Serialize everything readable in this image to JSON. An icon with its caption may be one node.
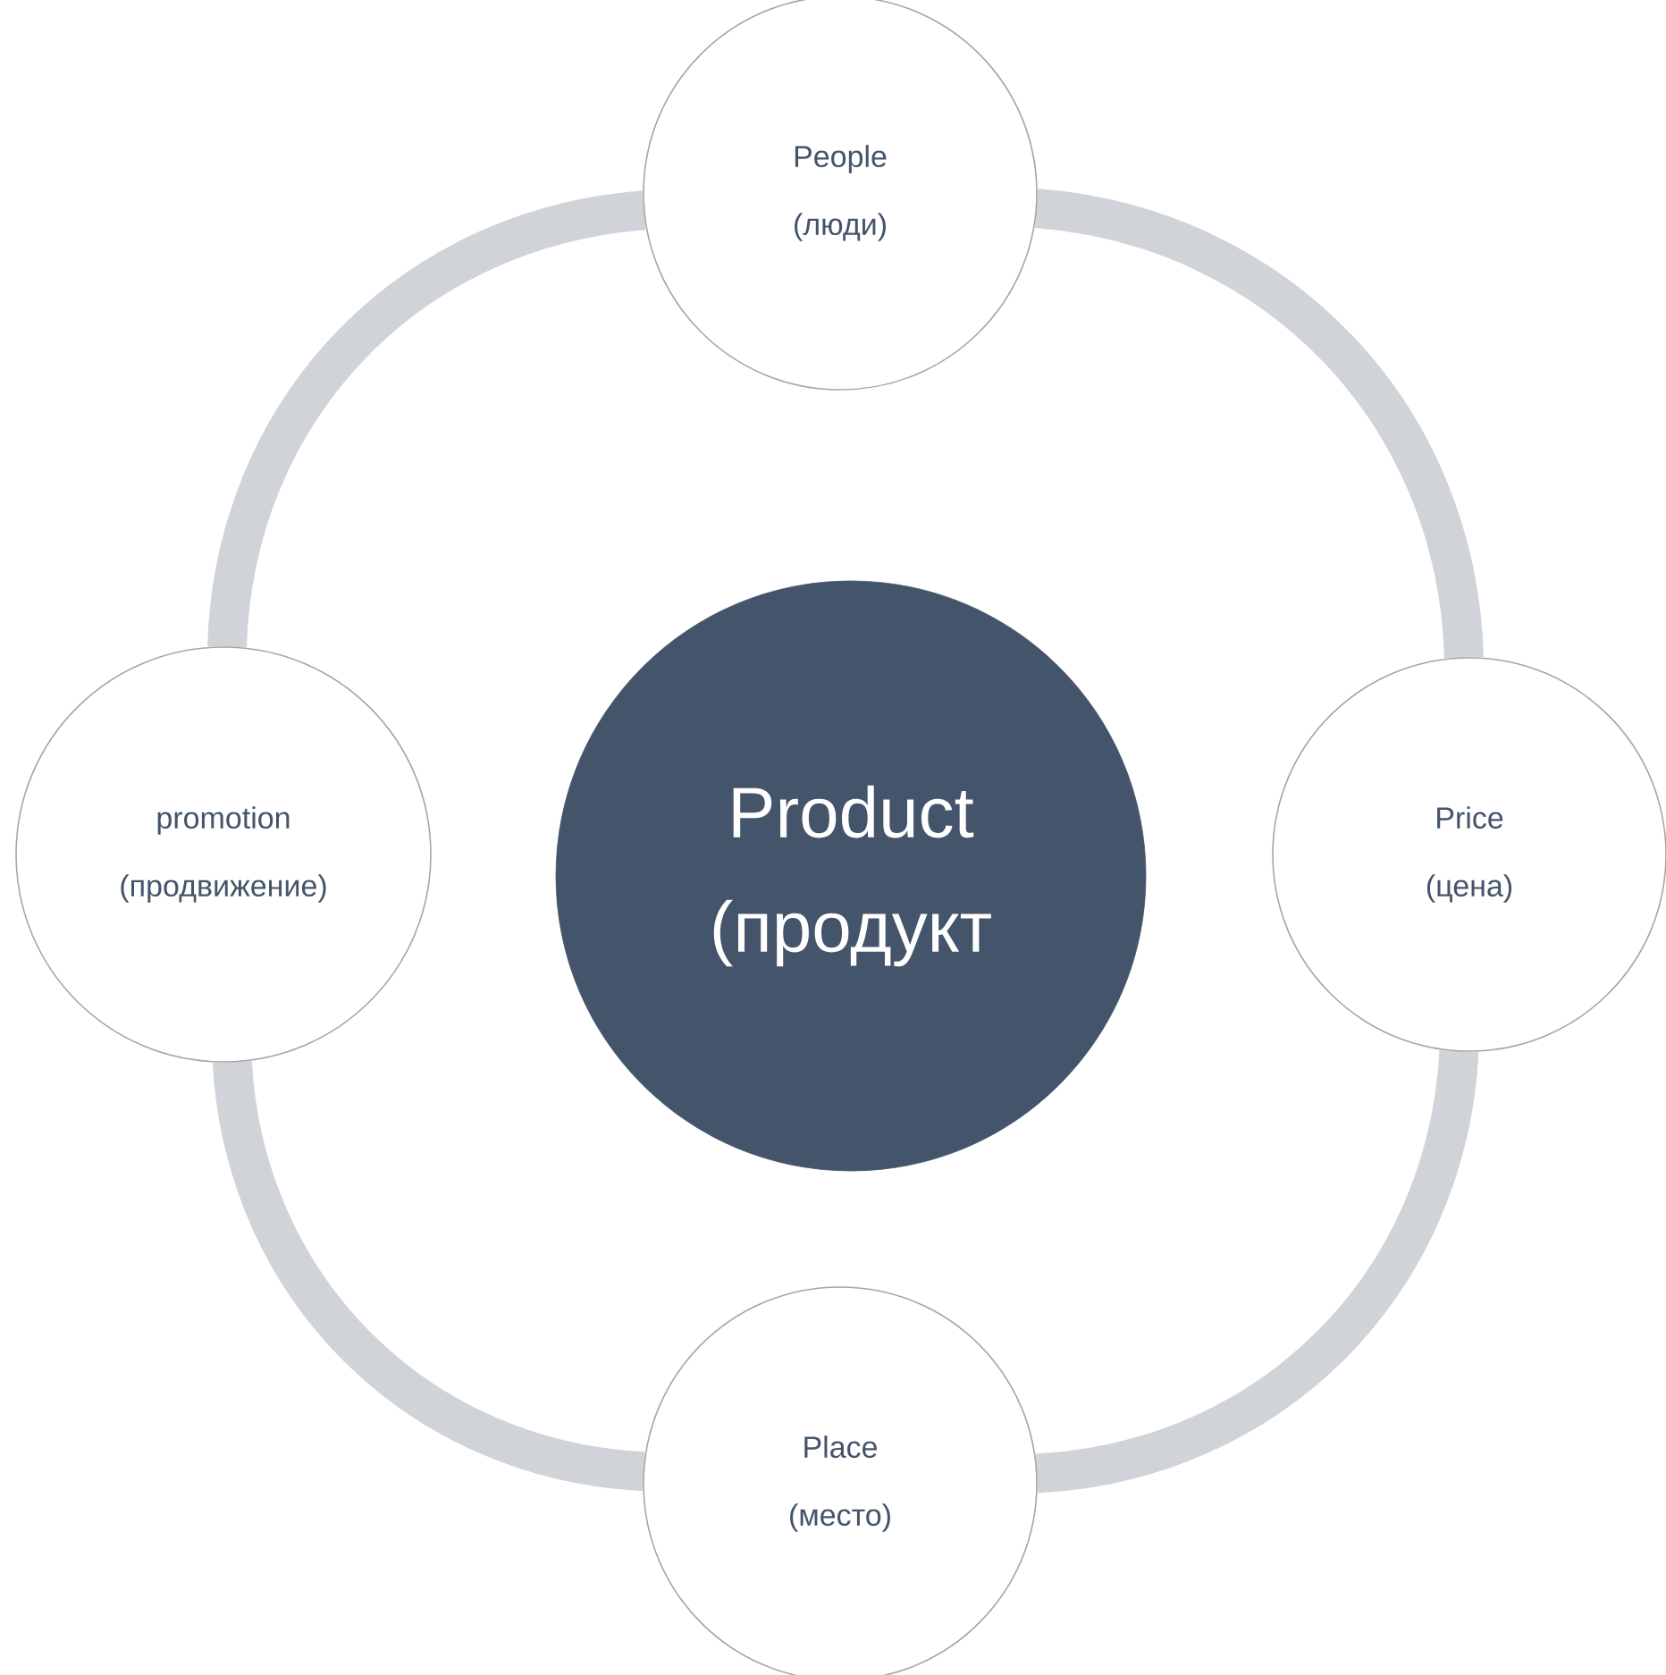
{
  "diagram": {
    "nodes": [
      {
        "text": [
          "Product (продукт"
        ]
      },
      {
        "text": [
          "People (люди)"
        ]
      },
      {
        "text": [
          "Price (цена)"
        ]
      },
      {
        "text": [
          "Place (место)"
        ]
      },
      {
        "text": [
          "promotion (продвижение)"
        ]
      }
    ],
    "edges": [
      {
        "from": 1,
        "to": 2,
        "arrow": "none"
      },
      {
        "from": 2,
        "to": 3,
        "arrow": "none"
      },
      {
        "from": 3,
        "to": 4,
        "arrow": "none"
      },
      {
        "from": 4,
        "to": 1,
        "arrow": "none"
      }
    ]
  }
}
